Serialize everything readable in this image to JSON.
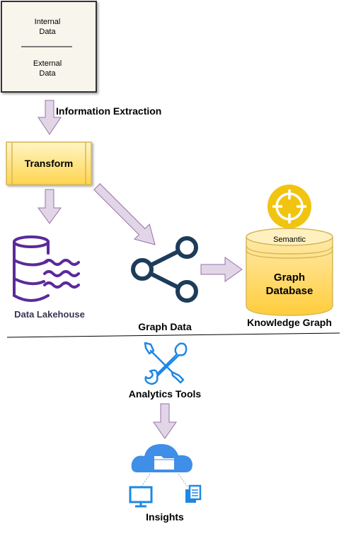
{
  "sources": {
    "internal": [
      "Internal",
      "Data"
    ],
    "external": [
      "External",
      "Data"
    ]
  },
  "labels": {
    "information_extraction": "Information Extraction",
    "transform": "Transform",
    "data_lakehouse": "Data Lakehouse",
    "graph_data": "Graph Data",
    "semantic": "Semantic",
    "graph_database": [
      "Graph",
      "Database"
    ],
    "knowledge_graph": "Knowledge Graph",
    "analytics_tools": "Analytics Tools",
    "insights": "Insights"
  },
  "colors": {
    "arrow_fill": "#e1d5e7",
    "arrow_stroke": "#9673a6",
    "transform_fill": "#ffe38a",
    "transform_stroke": "#d6b656",
    "lakehouse_purple": "#5b2a9a",
    "graph_navy": "#1d3c5a",
    "database_fill": "#ffd666",
    "target_yellow": "#f1c40f",
    "tools_blue": "#1e88e5",
    "cloud_blue": "#3f8ee8",
    "source_box_fill": "#f8f5ec"
  },
  "icons": {
    "lakehouse": "database-with-waves-icon",
    "graph": "share-graph-icon",
    "semantic": "target-crosshair-icon",
    "analytics": "wrench-screwdriver-icon",
    "insights": "cloud-network-icon"
  }
}
